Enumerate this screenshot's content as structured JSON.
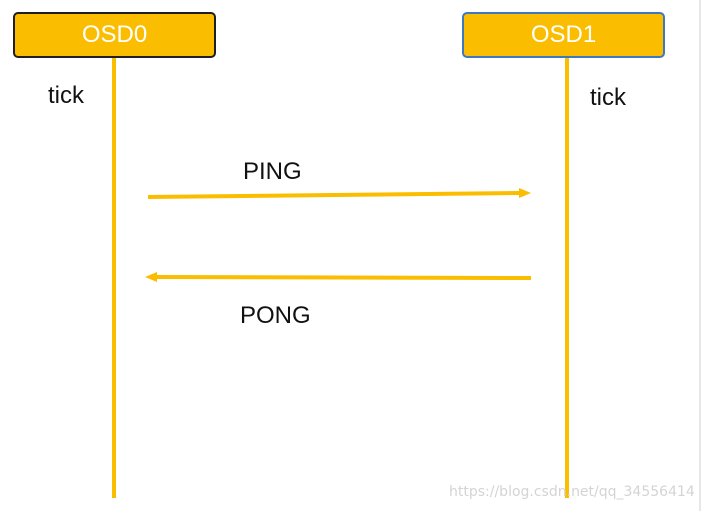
{
  "nodes": {
    "osd0": {
      "label": "OSD0"
    },
    "osd1": {
      "label": "OSD1"
    }
  },
  "lifeline_labels": {
    "osd0": "tick",
    "osd1": "tick"
  },
  "messages": [
    {
      "label": "PING",
      "from": "OSD0",
      "to": "OSD1"
    },
    {
      "label": "PONG",
      "from": "OSD1",
      "to": "OSD0"
    }
  ],
  "watermark": "https://blog.csdn.net/qq_34556414",
  "colors": {
    "node_fill": "#fbbd00",
    "line": "#fbbd00",
    "node_text": "#ffffff",
    "osd0_border": "#1f1f1f",
    "osd1_border": "#3e79bf",
    "label_text": "#111111"
  }
}
